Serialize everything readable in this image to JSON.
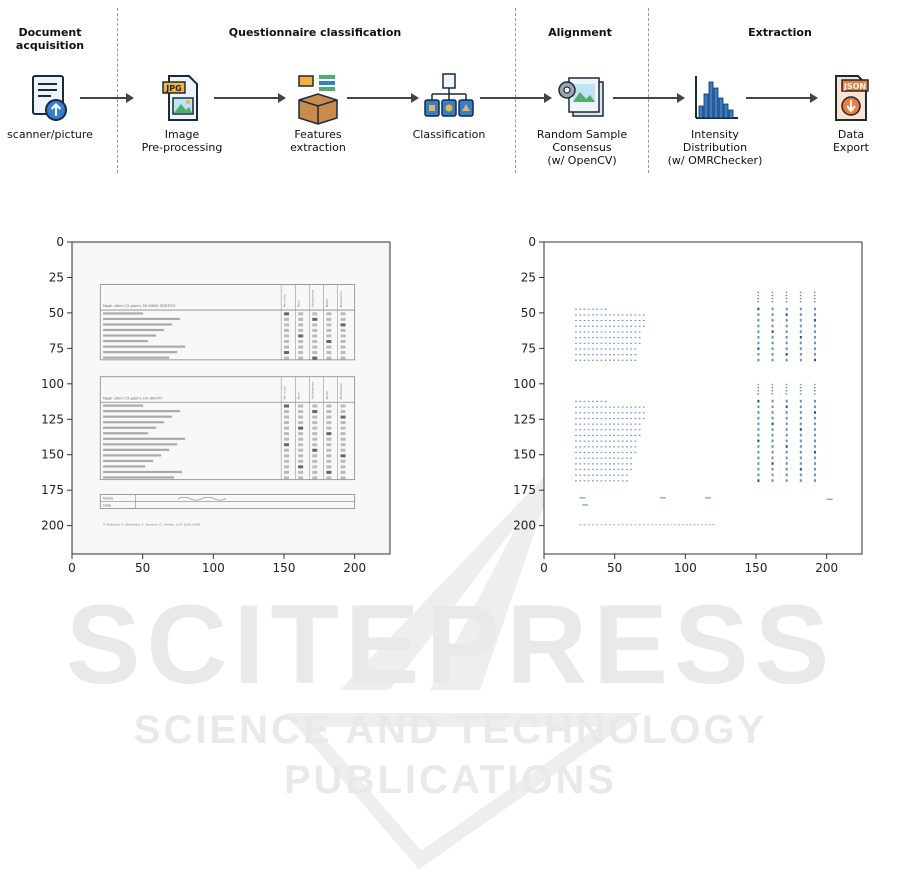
{
  "stages": [
    {
      "label": "Document\nacquisition"
    },
    {
      "label": "Questionnaire classification"
    },
    {
      "label": "Alignment"
    },
    {
      "label": "Extraction"
    }
  ],
  "steps": [
    {
      "icon": "document-upload-icon",
      "label": "scanner/picture"
    },
    {
      "icon": "jpg-file-icon",
      "label": "Image\nPre-processing"
    },
    {
      "icon": "features-box-icon",
      "label": "Features\nextraction"
    },
    {
      "icon": "classification-tree-icon",
      "label": "Classification"
    },
    {
      "icon": "gear-images-icon",
      "label": "Random Sample\nConsensus\n(w/ OpenCV)"
    },
    {
      "icon": "histogram-icon",
      "label": "Intensity\nDistribution\n(w/ OMRChecker)"
    },
    {
      "icon": "json-export-icon",
      "label": "Data\nExport"
    }
  ],
  "watermark": {
    "line1": "SCITEPRESS",
    "line2": "SCIENCE AND TECHNOLOGY PUBLICATIONS"
  },
  "plots": {
    "yticks": [
      "0",
      "25",
      "50",
      "75",
      "100",
      "125",
      "150",
      "175",
      "200"
    ],
    "xticks": [
      "0",
      "50",
      "100",
      "150",
      "200"
    ],
    "left": {
      "section1_title": "Negli ultimi 15 giorni, MI SONO SENTITO",
      "section2_title": "Negli ultimi 15 giorni, HO AVUTO",
      "col_headers": [
        "Per nulla",
        "Poco",
        "Abbastanza",
        "Molto",
        "Moltissimo"
      ],
      "name_label": "Nome",
      "date_label": "Data",
      "footer": "P. Michielin, G. Bertolotti, E. Sanavio, G. Vidotto, A.M. Zotti, 2009"
    }
  },
  "chart_data": [
    {
      "type": "image",
      "xlim": [
        0,
        225
      ],
      "ylim": [
        220,
        0
      ],
      "xticks": [
        0,
        50,
        100,
        150,
        200
      ],
      "yticks": [
        0,
        25,
        50,
        75,
        100,
        125,
        150,
        175,
        200
      ]
    },
    {
      "type": "image",
      "xlim": [
        0,
        225
      ],
      "ylim": [
        220,
        0
      ],
      "xticks": [
        0,
        50,
        100,
        150,
        200
      ],
      "yticks": [
        0,
        25,
        50,
        75,
        100,
        125,
        150,
        175,
        200
      ]
    }
  ]
}
